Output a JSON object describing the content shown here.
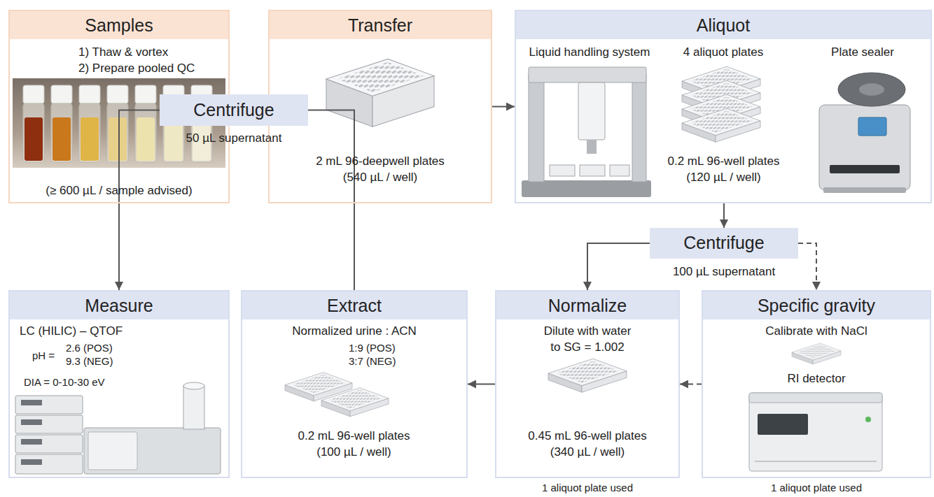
{
  "diagram": {
    "nodes": [
      {
        "text": [
          "Samples",
          "1) Thaw & vortex",
          "2) Prepare pooled QC",
          "(≥ 600 µL / sample advised)"
        ]
      },
      {
        "text": [
          "Transfer",
          "2 mL 96-deepwell plates (540 µL / well)"
        ]
      },
      {
        "text": [
          "Aliquot",
          "Liquid handling system",
          "4 aliquot plates",
          "Plate sealer",
          "0.2 mL 96-well plates (120 µL / well)"
        ]
      },
      {
        "text": [
          "Centrifuge"
        ]
      },
      {
        "text": [
          "Normalize",
          "Dilute with water to SG = 1.002",
          "0.45 mL 96-well plates (340 µL / well)"
        ]
      },
      {
        "text": [
          "Specific gravity",
          "Calibrate with NaCl",
          "RI detector"
        ]
      },
      {
        "text": [
          "Extract",
          "Normalized urine : ACN",
          "1:9 (POS) 3:7 (NEG)",
          "0.2 mL 96-well plates (100 µL / well)"
        ]
      },
      {
        "text": [
          "Centrifuge"
        ]
      },
      {
        "text": [
          "Measure",
          "LC (HILIC) – QTOF",
          "pH =",
          "2.6 (POS) 9.3 (NEG)",
          "DIA = 0-10-30 eV"
        ]
      }
    ],
    "edges": [
      {
        "from": 0,
        "to": 1,
        "arrow": "to"
      },
      {
        "from": 1,
        "to": 2,
        "arrow": "to"
      },
      {
        "from": 2,
        "to": 3,
        "arrow": "to"
      },
      {
        "from": 3,
        "to": 4,
        "arrow": "to"
      },
      {
        "from": 3,
        "to": 5,
        "arrow": "to"
      },
      {
        "from": 5,
        "to": 4,
        "arrow": "to"
      },
      {
        "from": 4,
        "to": 6,
        "arrow": "to"
      },
      {
        "from": 6,
        "to": 7,
        "arrow": "none"
      },
      {
        "from": 7,
        "to": 8,
        "arrow": "to"
      }
    ],
    "labels": [
      "50 µL supernatant",
      "100 µL supernatant",
      "1 aliquot plate used",
      "1 aliquot plate used"
    ]
  }
}
